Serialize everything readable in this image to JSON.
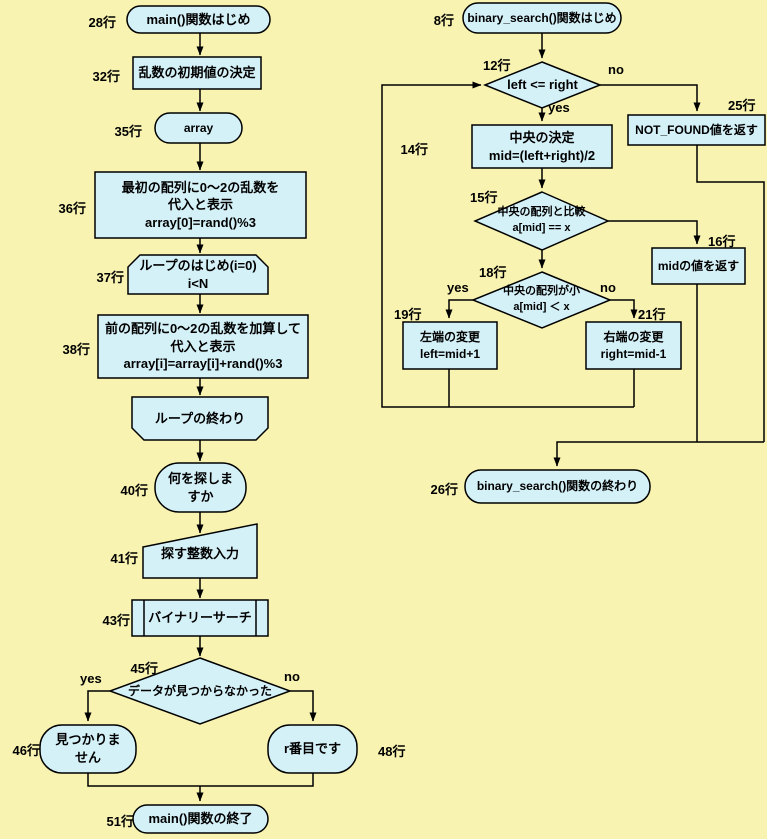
{
  "colors": {
    "background": "#F8F3B1",
    "node_fill": "#D4F1F8",
    "line": "#000000",
    "text": "#000000"
  },
  "labels": {
    "yes": "yes",
    "no": "no"
  },
  "main": {
    "line28": "28行",
    "start": "main()関数はじめ",
    "line32": "32行",
    "init_random": "乱数の初期値の決定",
    "line35": "35行",
    "array": "array",
    "line36": "36行",
    "assign_first": "最初の配列に0～2の乱数を\n代入と表示\narray[0]=rand()%3",
    "line37": "37行",
    "loop_start": "ループのはじめ(i=0)\ni<N",
    "line38": "38行",
    "assign_next": "前の配列に0～2の乱数を加算して\n代入と表示\narray[i]=array[i]+rand()%3",
    "loop_end": "ループの終わり",
    "line40": "40行",
    "prompt": "何を探しま\nすか",
    "line41": "41行",
    "input": "探す整数入力",
    "line43": "43行",
    "call": "バイナリーサーチ",
    "line45": "45行",
    "decision": "データが見つからなかった",
    "line46": "46行",
    "not_found_msg": "見つかりま\nせん",
    "line48": "48行",
    "found_msg": "r番目です",
    "line51": "51行",
    "end": "main()関数の終了"
  },
  "binary": {
    "line8": "8行",
    "start": "binary_search()関数はじめ",
    "line12": "12行",
    "cond_loop": "left <= right",
    "line25": "25行",
    "not_found_return": "NOT_FOUND値を返す",
    "line14": "14行",
    "mid_calc": "中央の決定\nmid=(left+right)/2",
    "line15": "15行",
    "cond_equal": "中央の配列と比較\na[mid] == x",
    "line16": "16行",
    "mid_return": "midの値を返す",
    "line18": "18行",
    "cond_less": "中央の配列が小\na[mid] ＜ x",
    "line19": "19行",
    "left_update": "左端の変更\nleft=mid+1",
    "line21": "21行",
    "right_update": "右端の変更\nright=mid-1",
    "line26": "26行",
    "end": "binary_search()関数の終わり"
  }
}
